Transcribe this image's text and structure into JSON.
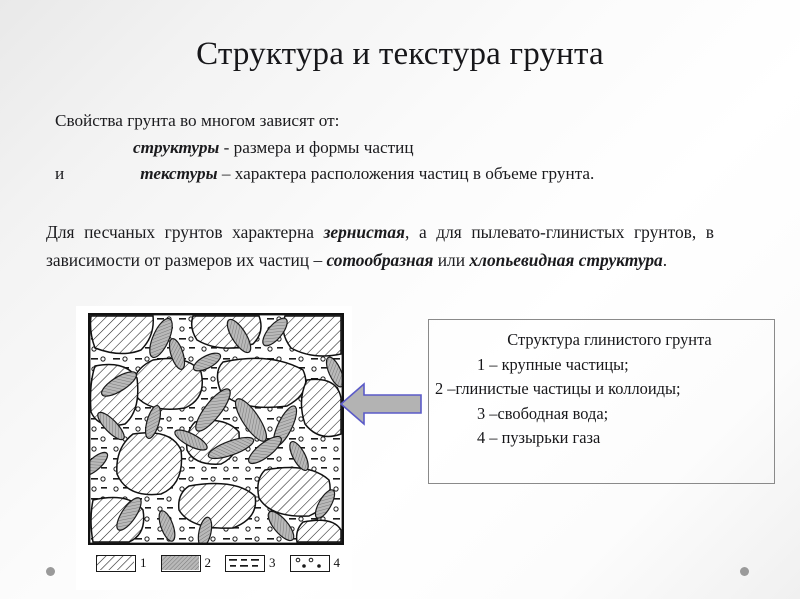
{
  "slide": {
    "title": "Структура и текстура грунта",
    "background_color": "#f6f6f6"
  },
  "intro": {
    "line1": "Свойства  грунта во многом зависят от:",
    "line2_bold": "структуры",
    "line2_rest": " - размера и формы частиц",
    "line3_prefix": "и",
    "line3_bold": "текстуры",
    "line3_rest": " – характера расположения частиц в объеме грунта."
  },
  "paragraph": {
    "seg1": "Для песчаных грунтов характерна ",
    "seg2_bold": "зернистая",
    "seg3": ", а для пылевато-глинистых грунтов,    в зависимости от размеров их частиц – ",
    "seg4_bold": "сотообразная",
    "seg5": " или ",
    "seg6_bold": "хлопьевидная структура",
    "seg7": "."
  },
  "diagram": {
    "alt_name": "структура глинистого грунта",
    "legend_swatches": [
      {
        "id": "1",
        "pattern": "diagonal-hatch",
        "label": "1"
      },
      {
        "id": "2",
        "pattern": "dense-gray-hatch",
        "label": "2"
      },
      {
        "id": "3",
        "pattern": "dashes",
        "label": "3"
      },
      {
        "id": "4",
        "pattern": "dots",
        "label": "4"
      }
    ]
  },
  "arrow": {
    "direction": "left",
    "fill_color": "#b3b3b3",
    "stroke_color": "#5b5bc8"
  },
  "caption_box": {
    "title": "Структура глинистого грунта",
    "items": [
      "1 – крупные частицы;",
      "2 –глинистые частицы и коллоиды;",
      "3 –свободная вода;",
      "4 – пузырьки газа"
    ],
    "item1": "1 – крупные частицы;",
    "item2": "2 –глинистые частицы и коллоиды;",
    "item3": "3 –свободная вода;",
    "item4": "4 – пузырьки газа",
    "border_color": "#8a8a8a"
  },
  "decorations": {
    "dot_color": "#9a9a9a"
  }
}
